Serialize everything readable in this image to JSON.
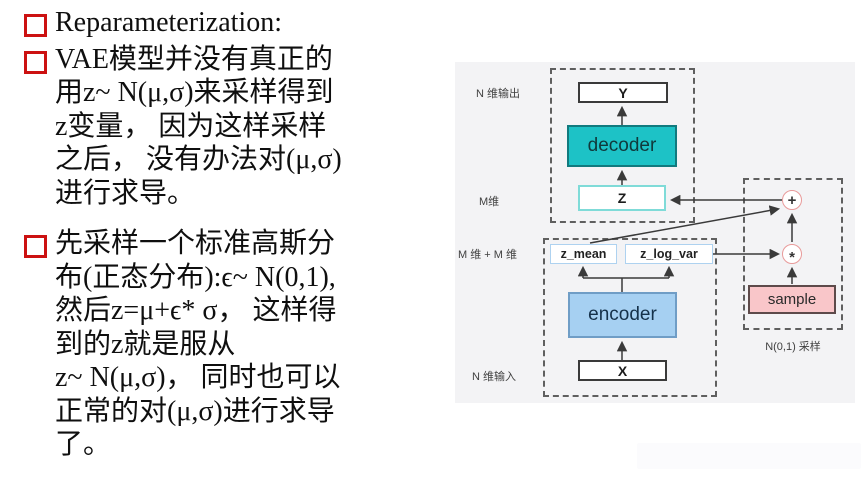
{
  "slide": {
    "bullets": [
      {
        "lines": [
          "Reparameterization:"
        ]
      },
      {
        "lines": [
          "VAE模型并没有真正的",
          "用z~ N(μ,σ)来采样得到",
          "z变量， 因为这样采样",
          "之后， 没有办法对(μ,σ)",
          "进行求导。"
        ]
      },
      {
        "lines": [
          "先采样一个标准高斯分",
          "布(正态分布):ϵ~ N(0,1),",
          "然后z=μ+ϵ* σ， 这样得",
          "到的z就是服从",
          "z~ N(μ,σ)， 同时也可以",
          "正常的对(μ,σ)进行求导",
          "了。"
        ]
      }
    ]
  },
  "diagram": {
    "labels": {
      "n_dim_output": "N 维输出",
      "m_dim": "M维",
      "m_plus_m_dim": "M 维 + M 维",
      "n_dim_input": "N 维输入",
      "n01_sampling": "N(0,1) 采样"
    },
    "nodes": {
      "y": "Y",
      "decoder": "decoder",
      "z": "Z",
      "z_mean": "z_mean",
      "z_log_var": "z_log_var",
      "encoder": "encoder",
      "x": "X",
      "sample": "sample",
      "plus_op": "+",
      "star_op": "*"
    },
    "colors": {
      "bullet_red": "#cc1111",
      "diagram_bg": "#f3f3f5",
      "decoder_fill": "#1dc2c6",
      "decoder_border": "#117a7e",
      "z_border": "#7fdbd8",
      "encoder_fill": "#a6d0f2",
      "encoder_border": "#6f9dc6",
      "mean_var_border": "#aed2f0",
      "sample_fill": "#f9c6c9",
      "sample_border": "#5d4a4a",
      "op_circle_border": "#e89a9a",
      "arrow": "#3a3a3a"
    }
  }
}
